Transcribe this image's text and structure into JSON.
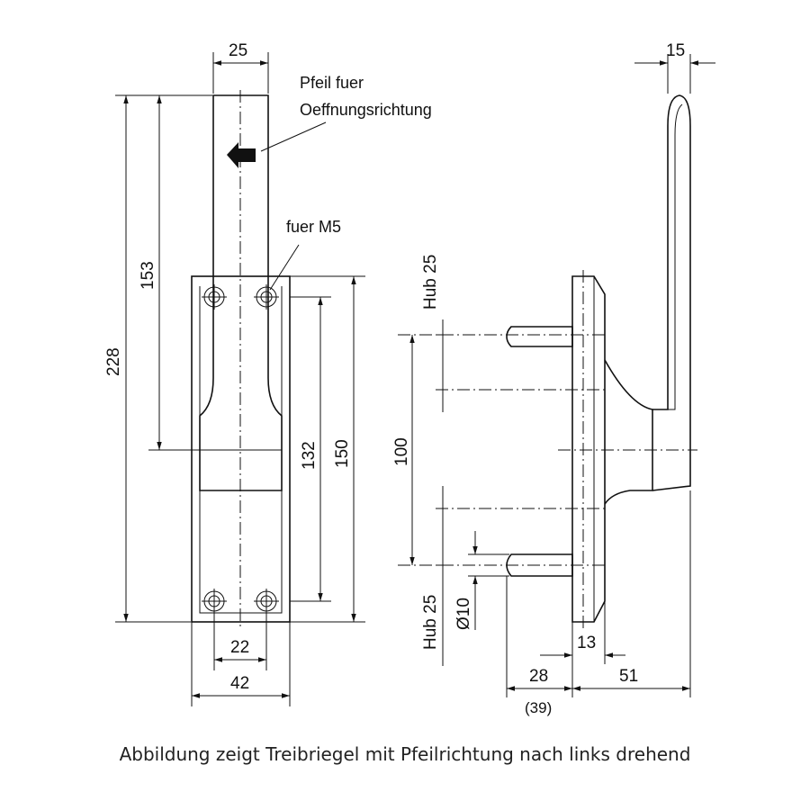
{
  "front_view": {
    "dim_width_top": "25",
    "dim_height_total": "228",
    "dim_height_upper": "153",
    "dim_hole_span": "132",
    "dim_plate_height": "150",
    "dim_hole_spacing": "22",
    "dim_plate_width": "42",
    "note_arrow_line1": "Pfeil fuer",
    "note_arrow_line2": "Oeffnungsrichtung",
    "note_screw": "fuer M5"
  },
  "side_view": {
    "dim_handle_width": "15",
    "dim_stroke_top": "Hub 25",
    "dim_stroke_bottom": "Hub 25",
    "dim_pin_distance": "100",
    "dim_pin_diameter": "Ø10",
    "dim_plate_offset": "13",
    "dim_pin_length": "28",
    "dim_pin_length_alt": "(39)",
    "dim_handle_depth": "51"
  },
  "caption": "Abbildung zeigt Treibriegel mit Pfeilrichtung nach links drehend"
}
